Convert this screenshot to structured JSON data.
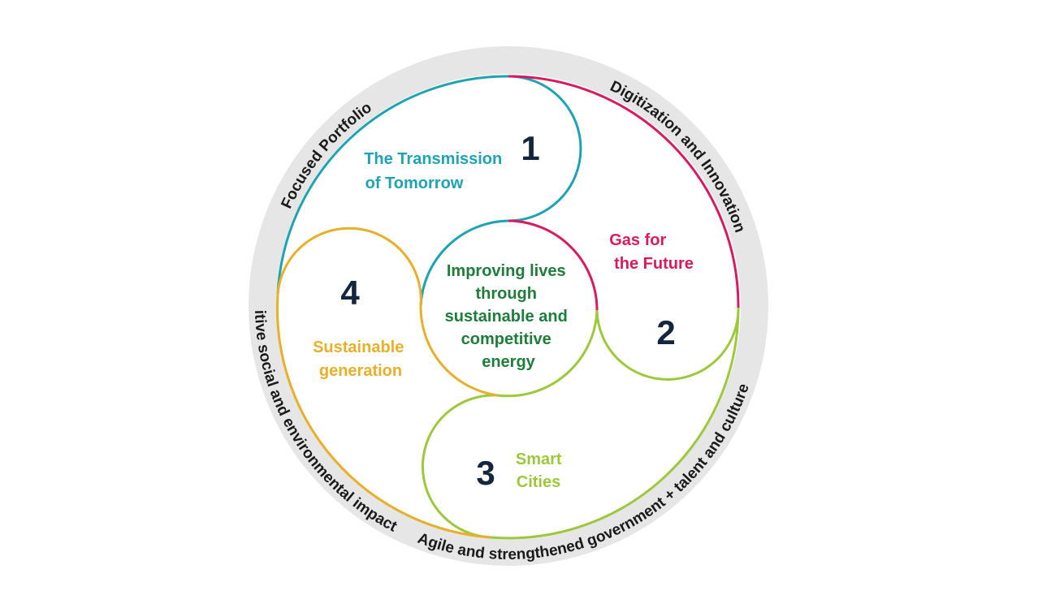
{
  "ring_labels": {
    "focused": "Focused Portfolio",
    "digitization": "Digitization and Innovation",
    "positive": "Positive social and environmental impact",
    "agile": "Agile and strengthened government + talent and culture"
  },
  "center": {
    "lines": [
      "Improving lives",
      "through",
      "sustainable and",
      "competitive",
      "energy"
    ]
  },
  "segments": [
    {
      "number": "1",
      "lines": [
        "The Transmission",
        "of Tomorrow"
      ]
    },
    {
      "number": "2",
      "lines": [
        "Gas for",
        "the Future"
      ]
    },
    {
      "number": "3",
      "lines": [
        "Smart",
        "Cities"
      ]
    },
    {
      "number": "4",
      "lines": [
        "Sustainable",
        "generation"
      ]
    }
  ],
  "colors": {
    "ring": "#e6e6e6",
    "teal": "#1fa3b2",
    "magenta": "#d81b60",
    "lime": "#9ec83b",
    "gold": "#e8b02a",
    "center_text": "#1e7d3a",
    "numbers": "#14263c"
  }
}
